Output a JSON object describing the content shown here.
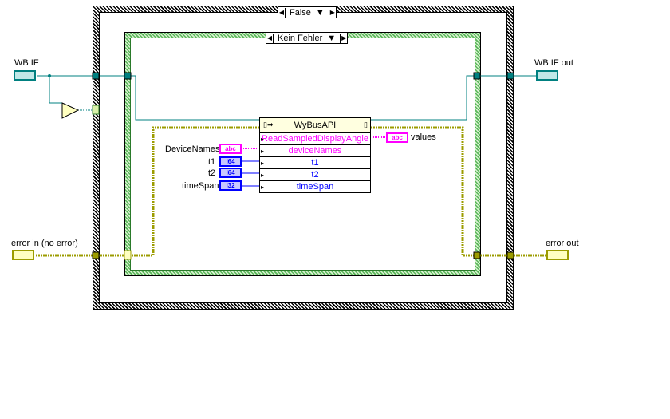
{
  "case_outer": {
    "selected": "False"
  },
  "case_inner": {
    "selected": "Kein Fehler"
  },
  "controls": {
    "wb_if": "WB IF",
    "error_in": "error in (no error)",
    "device_names": "DeviceNames",
    "t1": "t1",
    "t2": "t2",
    "time_span": "timeSpan"
  },
  "indicators": {
    "wb_if_out": "WB IF out",
    "error_out": "error out",
    "values": "values"
  },
  "terminal_types": {
    "string": "abc",
    "i64": "I64",
    "i32": "I32"
  },
  "node": {
    "class": "WyBusAPI",
    "method": "ReadSampledDisplayAngle",
    "params": [
      "deviceNames",
      "t1",
      "t2",
      "timeSpan"
    ]
  },
  "colors": {
    "refnum": "#008080",
    "error": "#9c9c00",
    "string": "#ff00ff",
    "integer": "#0000ff",
    "case_green": "#5ab85a"
  }
}
